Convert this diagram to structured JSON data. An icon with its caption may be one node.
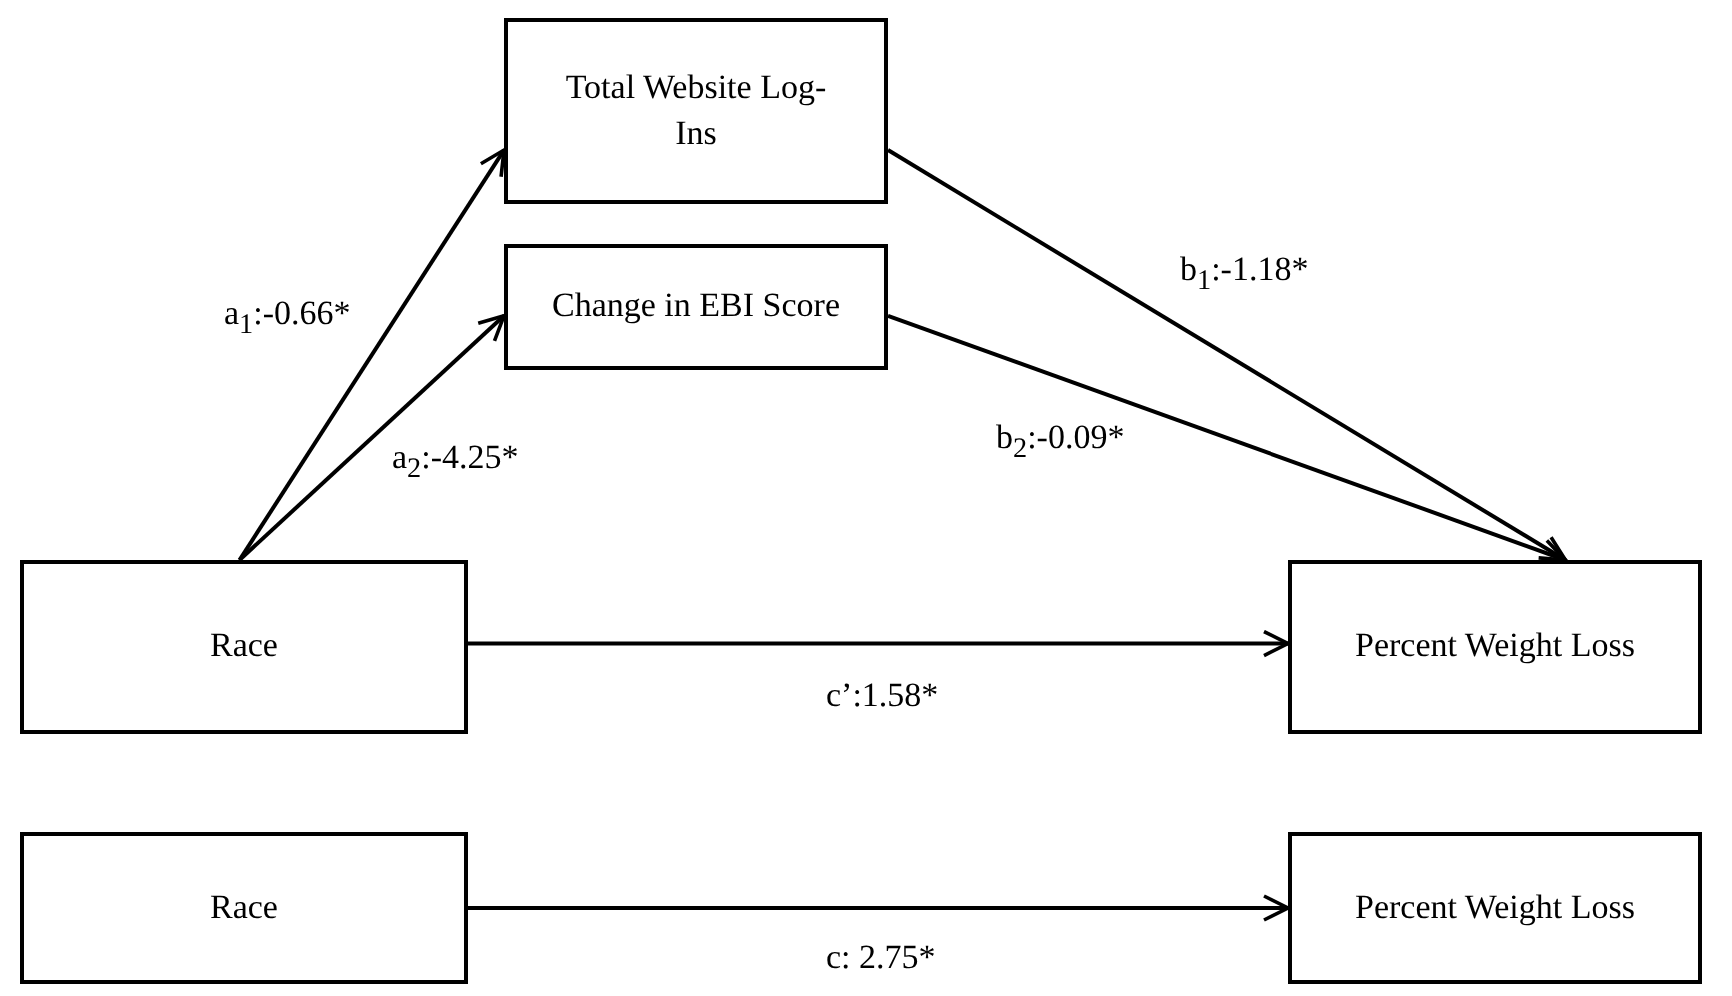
{
  "diagram": {
    "nodes": [
      {
        "text": [
          "Total Website Log-Ins"
        ]
      },
      {
        "text": [
          "Change in EBI Score"
        ]
      },
      {
        "text": [
          "Race"
        ]
      },
      {
        "text": [
          "Percent Weight Loss"
        ]
      },
      {
        "text": [
          "Race"
        ]
      },
      {
        "text": [
          "Percent Weight Loss"
        ]
      }
    ],
    "edges": [
      {
        "from": 2,
        "to": 0,
        "arrow": "to",
        "label": "a$_{1}$:-0.66*"
      },
      {
        "from": 2,
        "to": 1,
        "arrow": "to",
        "label": "a$_{2}$:-4.25*"
      },
      {
        "from": 0,
        "to": 3,
        "arrow": "to",
        "label": "b$_{1}$:-1.18*"
      },
      {
        "from": 1,
        "to": 3,
        "arrow": "to",
        "label": "b$_{2}$:-0.09*"
      },
      {
        "from": 2,
        "to": 3,
        "arrow": "to",
        "label": "c’:1.58*"
      },
      {
        "from": 4,
        "to": 5,
        "arrow": "to",
        "label": "c: 2.75*"
      }
    ]
  }
}
